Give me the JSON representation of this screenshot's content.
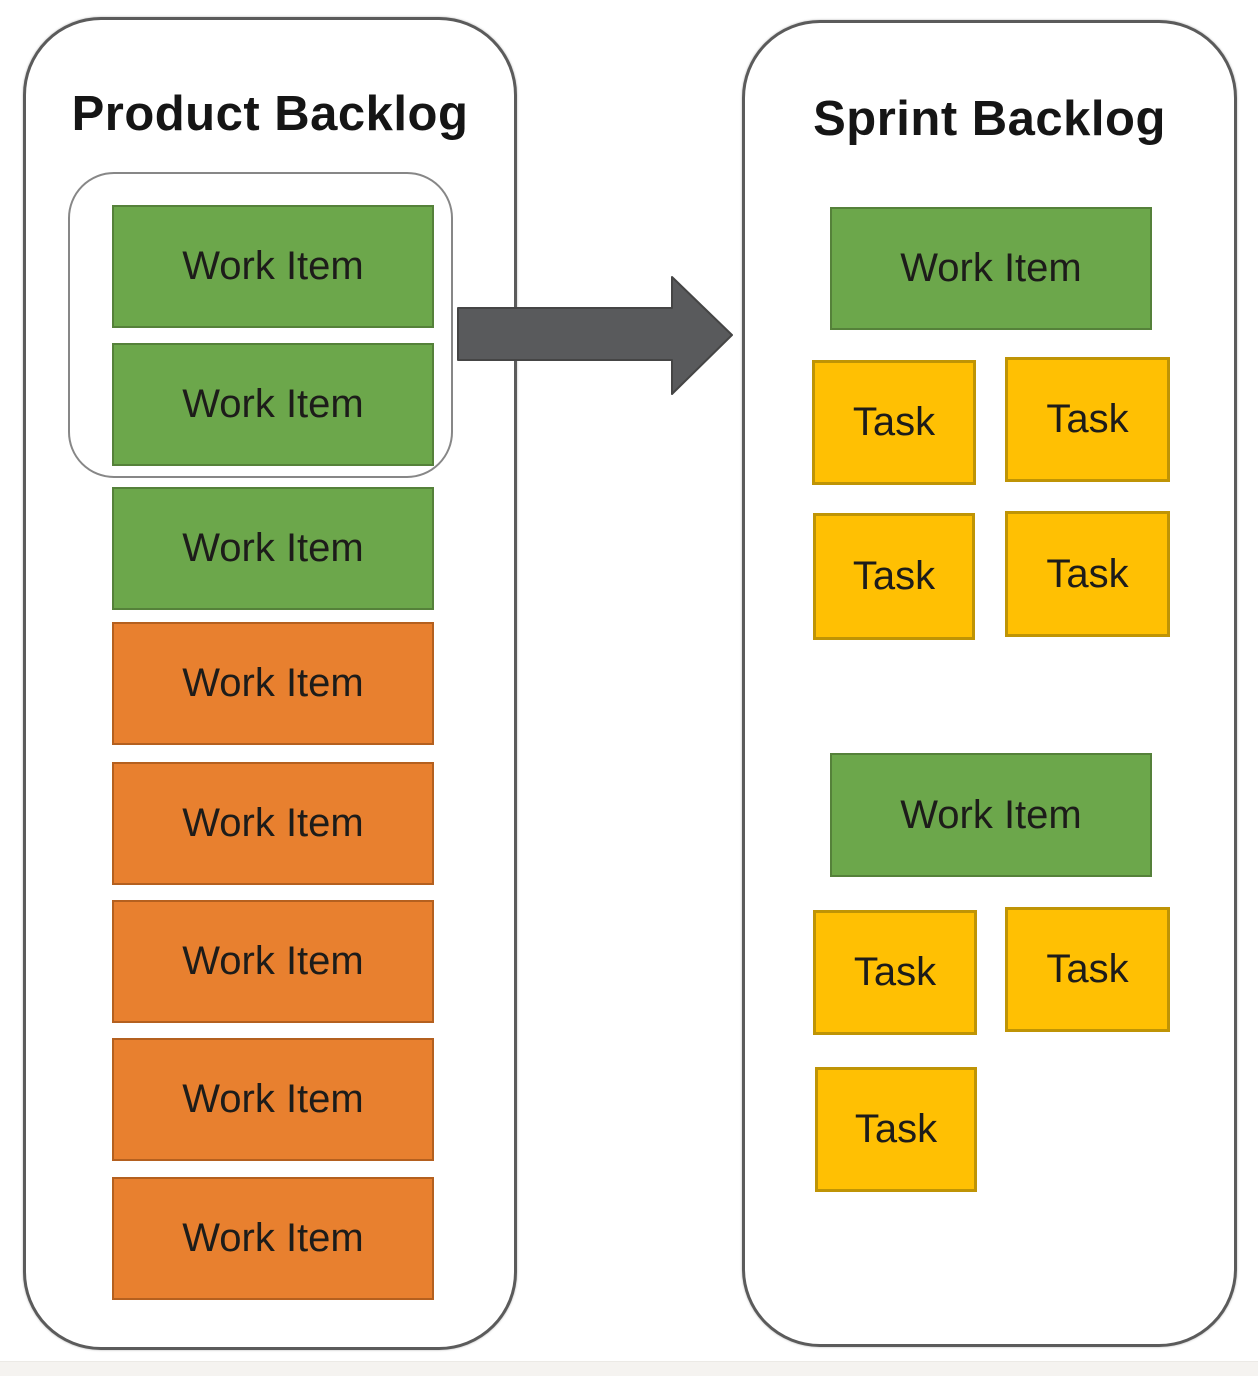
{
  "product_backlog": {
    "title": "Product Backlog",
    "items": [
      {
        "label": "Work Item",
        "color": "green",
        "grouped": true
      },
      {
        "label": "Work Item",
        "color": "green",
        "grouped": true
      },
      {
        "label": "Work Item",
        "color": "green",
        "grouped": false
      },
      {
        "label": "Work Item",
        "color": "orange",
        "grouped": false
      },
      {
        "label": "Work Item",
        "color": "orange",
        "grouped": false
      },
      {
        "label": "Work Item",
        "color": "orange",
        "grouped": false
      },
      {
        "label": "Work Item",
        "color": "orange",
        "grouped": false
      },
      {
        "label": "Work Item",
        "color": "orange",
        "grouped": false
      }
    ]
  },
  "sprint_backlog": {
    "title": "Sprint Backlog",
    "groups": [
      {
        "work_item": {
          "label": "Work Item",
          "color": "green"
        },
        "tasks": [
          {
            "label": "Task"
          },
          {
            "label": "Task"
          },
          {
            "label": "Task"
          },
          {
            "label": "Task"
          }
        ]
      },
      {
        "work_item": {
          "label": "Work Item",
          "color": "green"
        },
        "tasks": [
          {
            "label": "Task"
          },
          {
            "label": "Task"
          },
          {
            "label": "Task"
          }
        ]
      }
    ]
  },
  "arrow": {
    "direction": "right"
  },
  "colors": {
    "work_item_green_fill": "#6CA74B",
    "work_item_green_border": "#55813A",
    "work_item_orange_fill": "#E8802F",
    "work_item_orange_border": "#B4601F",
    "task_yellow_fill": "#FFC003",
    "task_yellow_border": "#BF9405",
    "panel_border": "#5B5B5B",
    "group_outline_border": "#878787",
    "arrow_fill": "#595A5C",
    "text": "#1D1C1A"
  }
}
